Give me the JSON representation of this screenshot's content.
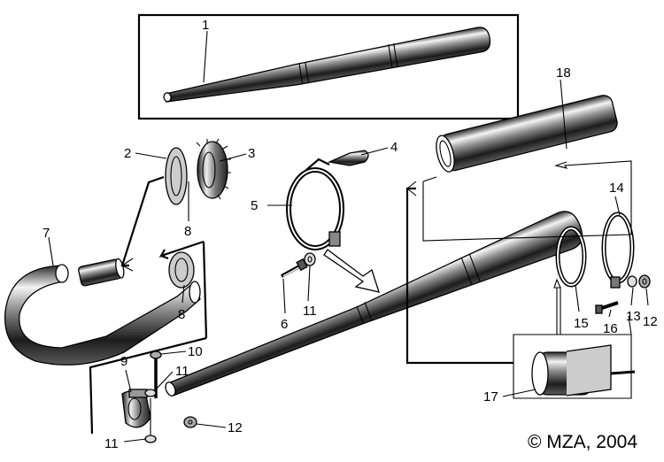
{
  "copyright": "© MZA, 2004",
  "callouts": [
    "1",
    "2",
    "3",
    "4",
    "5",
    "6",
    "7",
    "8",
    "8",
    "9",
    "10",
    "11",
    "11",
    "12",
    "12",
    "13",
    "14",
    "15",
    "16",
    "17",
    "18"
  ],
  "icons": {
    "exhaust_pipe_top": "exhaust-silencer-drawing",
    "exhaust_pipe_main": "exhaust-silencer-drawing",
    "header_pipe": "bent-header-pipe-drawing",
    "clamp": "clamp-band-drawing",
    "tube": "cylinder-tube-drawing"
  },
  "colors": {
    "ink": "#000000",
    "paper": "#ffffff"
  }
}
